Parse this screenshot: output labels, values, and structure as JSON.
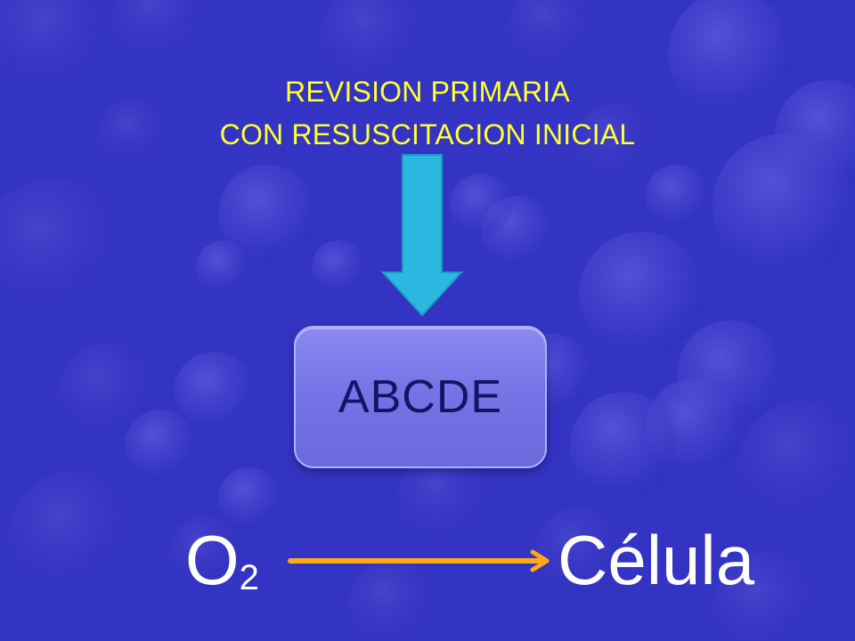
{
  "title": {
    "line1": "REVISION PRIMARIA",
    "line2": "CON RESUSCITACION INICIAL"
  },
  "box": {
    "label": "ABCDE"
  },
  "flow": {
    "source_main": "O",
    "source_sub": "2",
    "target": "Célula"
  },
  "colors": {
    "background": "#3434c4",
    "title_text": "#ffff33",
    "down_arrow": "#2bb8e0",
    "box_fill": "#7676e8",
    "box_text": "#141466",
    "flow_arrow": "#ffa81a",
    "flow_text": "#ffffff"
  }
}
